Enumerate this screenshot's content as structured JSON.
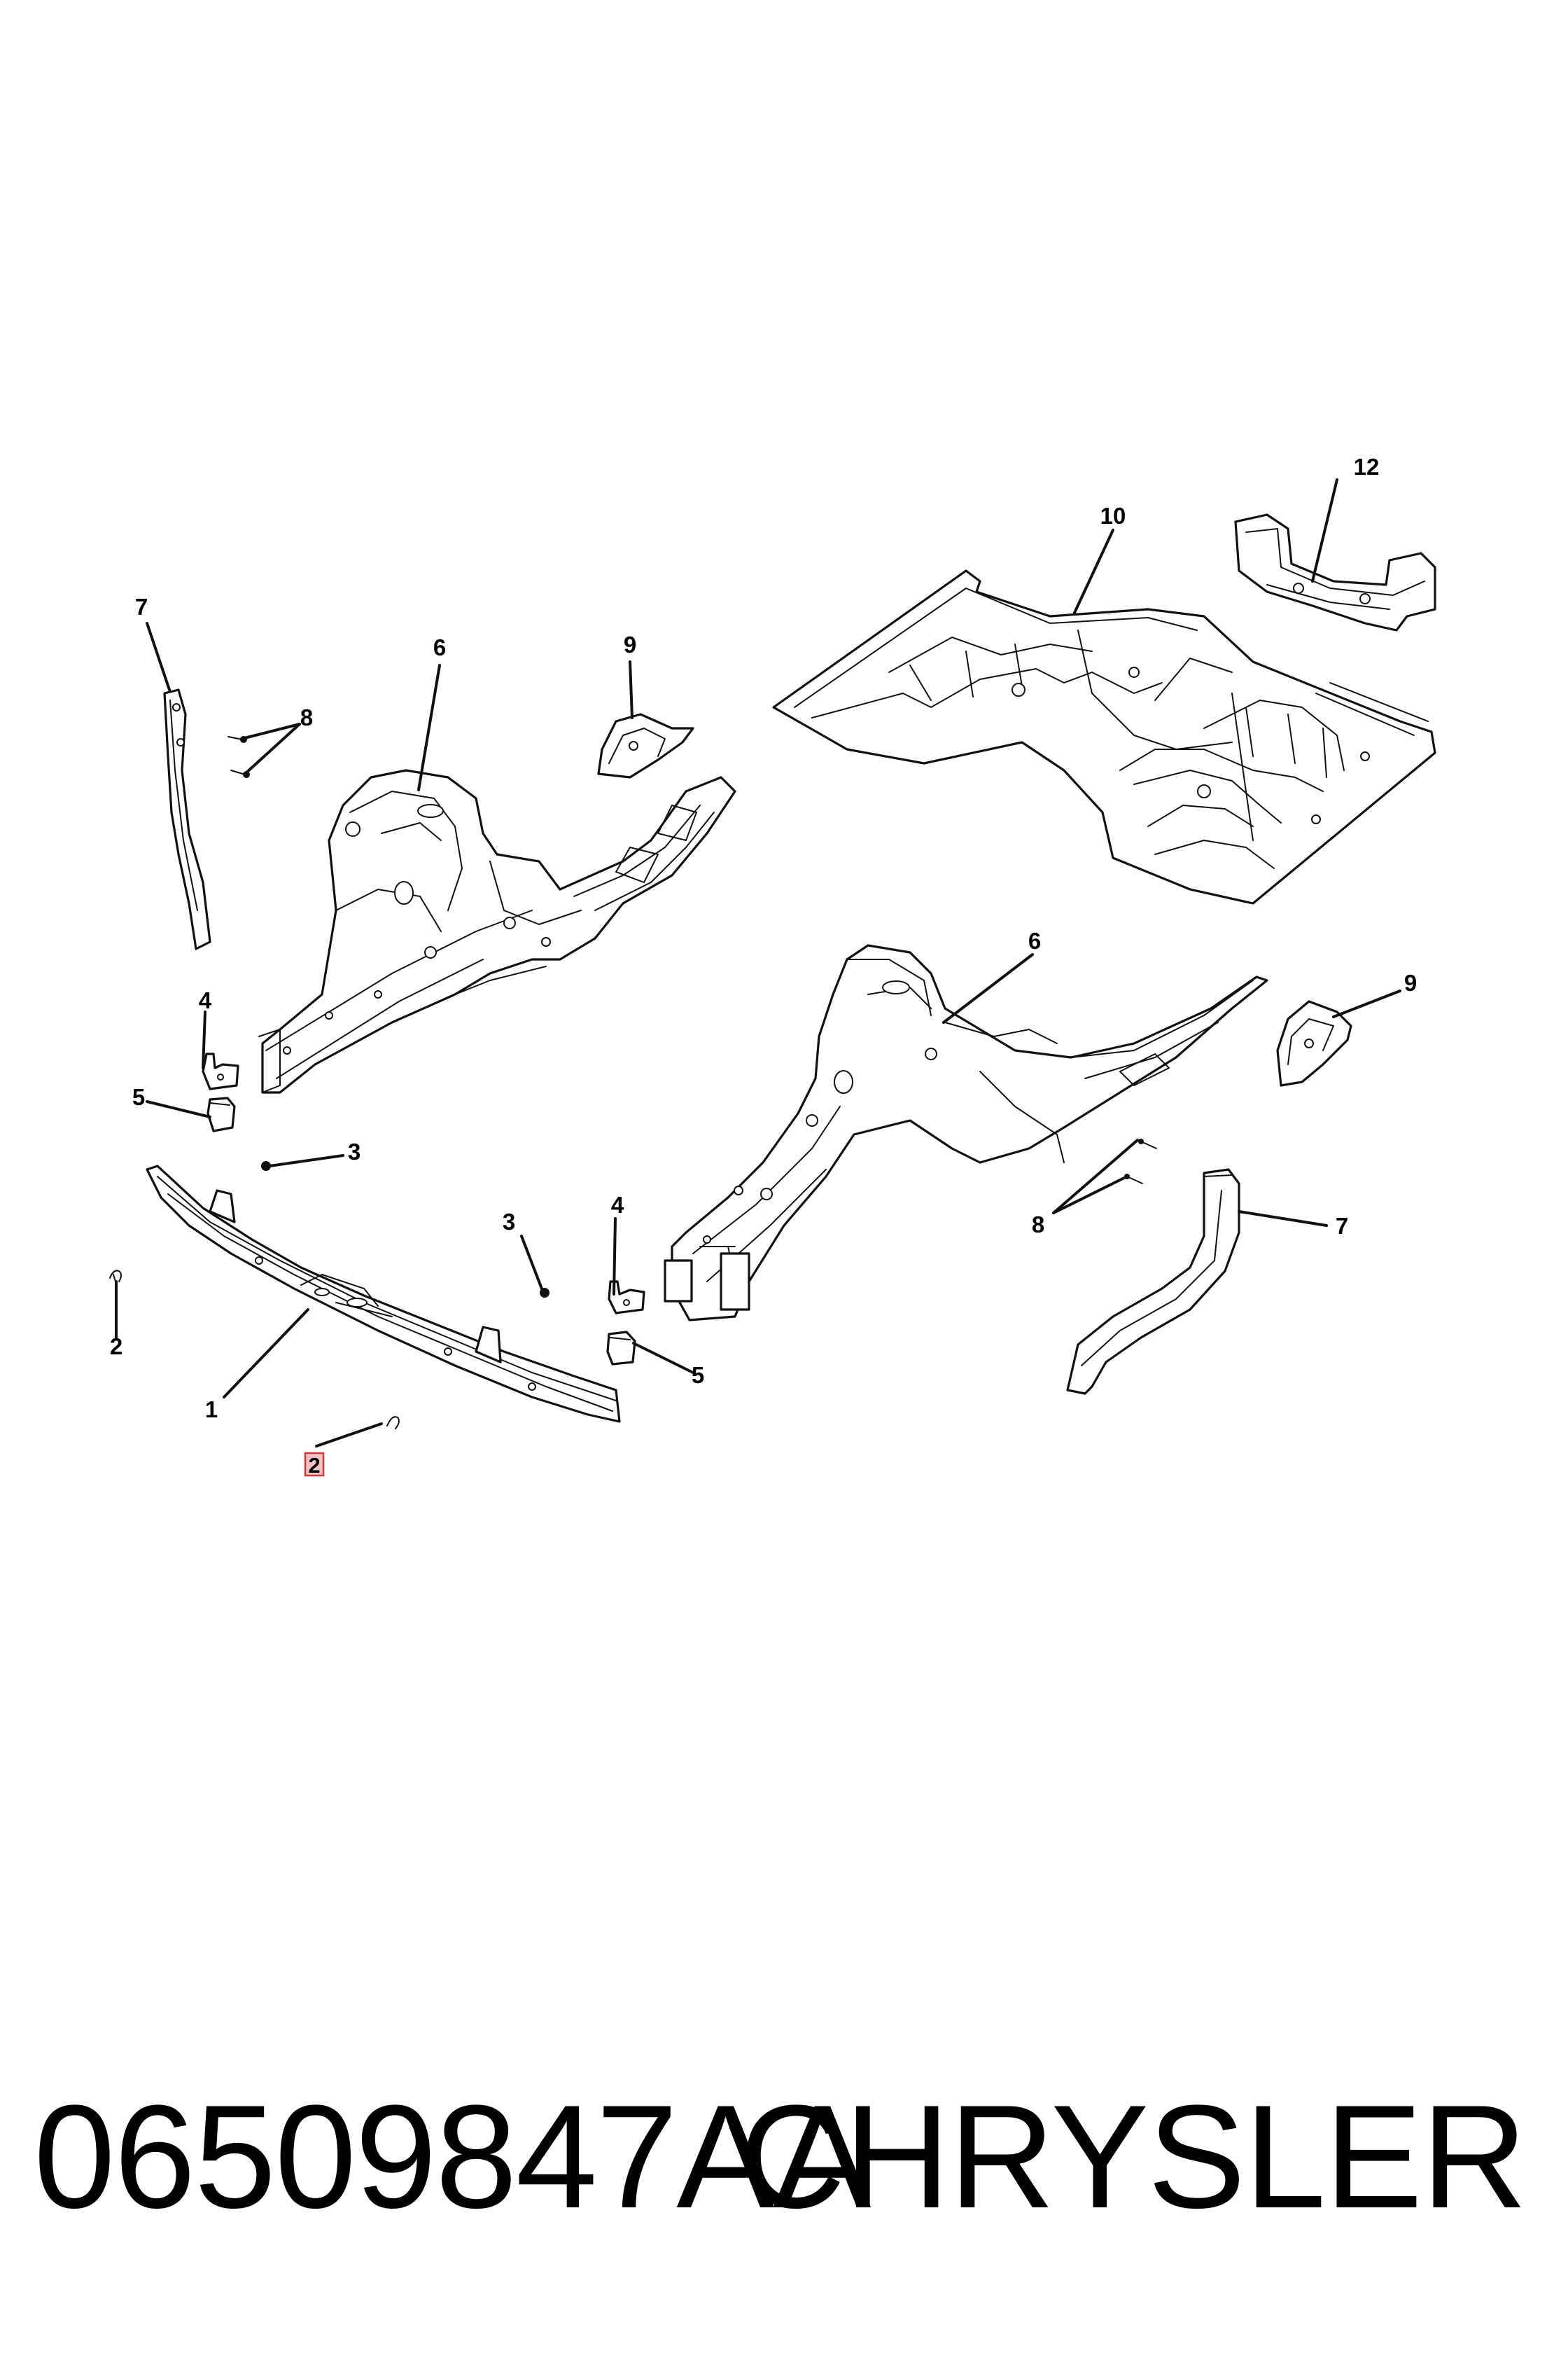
{
  "footer": {
    "part_number": "06509847AA",
    "brand": "CHRYSLER"
  },
  "callouts": {
    "c1": "1",
    "c2a": "2",
    "c2b": "2",
    "c3a": "3",
    "c3b": "3",
    "c4a": "4",
    "c4b": "4",
    "c5a": "5",
    "c5b": "5",
    "c6a": "6",
    "c6b": "6",
    "c7a": "7",
    "c7b": "7",
    "c8a": "8",
    "c8b": "8",
    "c9a": "9",
    "c9b": "9",
    "c10": "10",
    "c12": "12"
  },
  "highlight": {
    "color": "#d23a3a",
    "callout": "2"
  }
}
